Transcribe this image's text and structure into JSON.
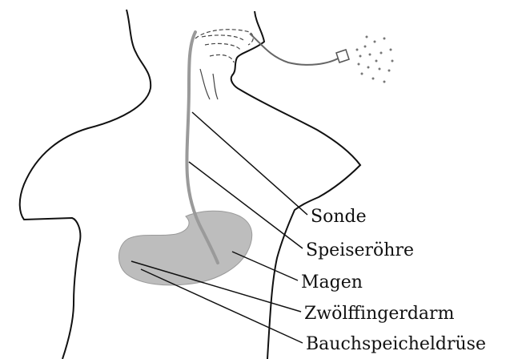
{
  "labels": [
    "Sonde",
    "Speiseröhre",
    "Magen",
    "Zwölffingerdarm",
    "Bauchspeicheldrüse"
  ],
  "colors": {
    "outline": "#111111",
    "organ_fill": "#bdbdbd",
    "tube": "#9a9a9a",
    "background": "#ffffff"
  }
}
